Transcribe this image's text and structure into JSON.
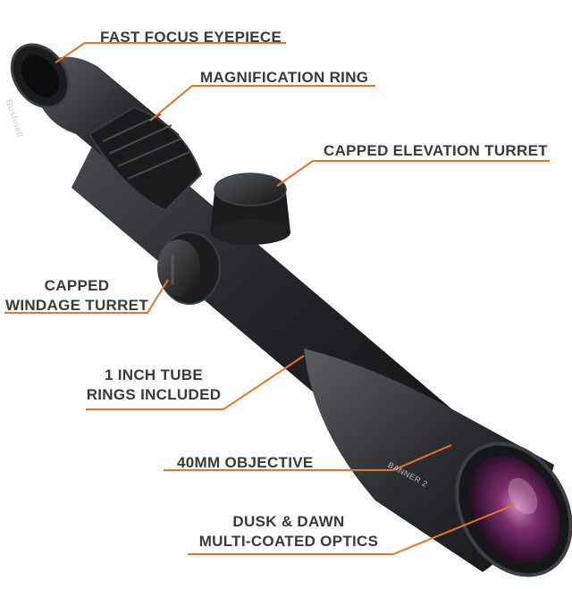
{
  "callouts": {
    "eyepiece": "FAST FOCUS EYEPIECE",
    "magnification": "MAGNIFICATION RING",
    "elevation": "CAPPED ELEVATION TURRET",
    "windage_line1": "CAPPED",
    "windage_line2": "WINDAGE TURRET",
    "tube_line1": "1 INCH TUBE",
    "tube_line2": "RINGS INCLUDED",
    "objective": "40MM OBJECTIVE",
    "optics_line1": "DUSK & DAWN",
    "optics_line2": "MULTI-COATED OPTICS"
  },
  "scope": {
    "brand_mark": "Bushnell",
    "model_mark": "BANNER 2"
  },
  "colors": {
    "leader_line": "#e8752a",
    "label_text": "#3a3a3a",
    "scope_body": "#222426",
    "lens_glass": "#6a2a5a"
  }
}
